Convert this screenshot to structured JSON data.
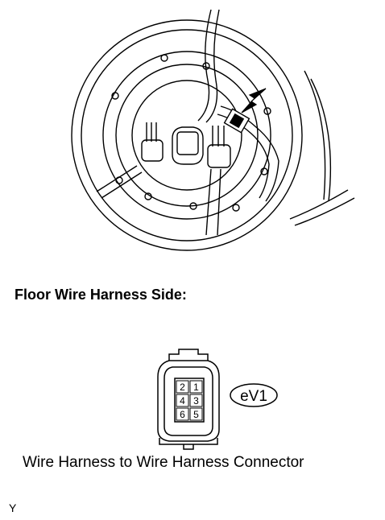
{
  "section_title": "Floor Wire Harness Side:",
  "connector": {
    "code": "eV1",
    "pins": [
      {
        "num": "2"
      },
      {
        "num": "1"
      },
      {
        "num": "4"
      },
      {
        "num": "3"
      },
      {
        "num": "6"
      },
      {
        "num": "5"
      }
    ]
  },
  "caption": "Wire Harness to Wire Harness Connector",
  "figure_code": "Y"
}
